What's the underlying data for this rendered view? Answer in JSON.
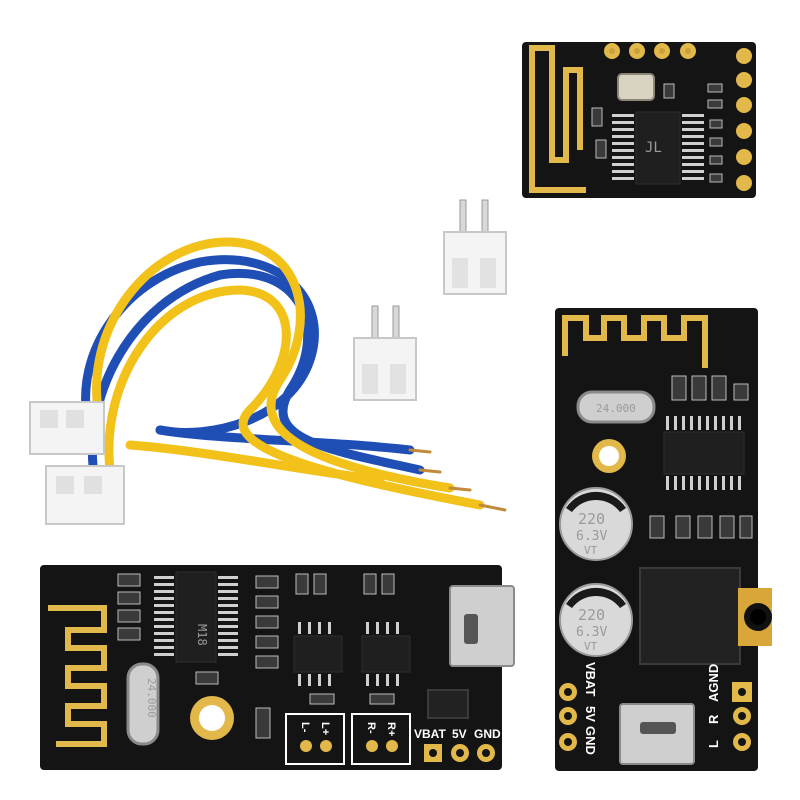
{
  "colors": {
    "background": "#ffffff",
    "pcb": "#141414",
    "gold": "#e2b84a",
    "silkscreen": "#ffffff",
    "wire_yellow": "#f2c21b",
    "wire_blue": "#1f4fb5",
    "connector": "#f4f4f4"
  },
  "boards": {
    "bottom": {
      "pins": [
        {
          "label": "L-"
        },
        {
          "label": "L+"
        },
        {
          "label": "R-"
        },
        {
          "label": "R+"
        }
      ],
      "power_labels": {
        "vbat": "VBAT",
        "v5": "5V",
        "gnd": "GND"
      },
      "crystal_text": "24.000",
      "chip_text": "M18"
    },
    "right": {
      "cap1": {
        "value": "220",
        "voltage": "6.3V",
        "series": "VT"
      },
      "cap2": {
        "value": "220",
        "voltage": "6.3V",
        "series": "VT"
      },
      "crystal_text": "24.000",
      "audio_labels": {
        "agnd": "AGND",
        "r": "R",
        "l": "L"
      },
      "power_labels": {
        "vbat": "VBAT",
        "v5": "5V",
        "gnd": "GND"
      }
    },
    "module": {
      "chip_text": "JL"
    }
  },
  "icons": {
    "antenna": "pcb-trace-antenna-icon",
    "usb": "micro-usb-port-icon",
    "jack": "audio-jack-icon"
  }
}
